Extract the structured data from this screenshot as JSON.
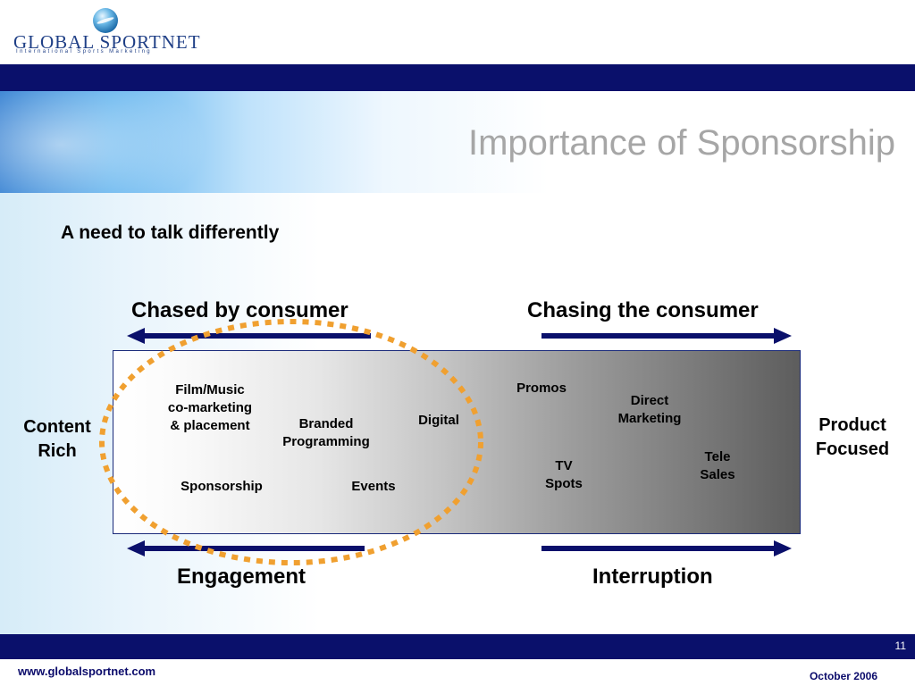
{
  "logo": {
    "name": "GLOBAL SPORTNET",
    "tagline": "International Sports Marketing",
    "icon": "globe-icon"
  },
  "slide": {
    "title": "Importance of Sponsorship",
    "subtitle": "A need to talk differently"
  },
  "diagram": {
    "top_left_label": "Chased by consumer",
    "top_right_label": "Chasing the consumer",
    "bottom_left_label": "Engagement",
    "bottom_right_label": "Interruption",
    "left_side_label": "Content\nRich",
    "right_side_label": "Product\nFocused",
    "items": {
      "film_music": "Film/Music\nco-marketing\n& placement",
      "branded_programming": "Branded\nProgramming",
      "digital": "Digital",
      "sponsorship": "Sponsorship",
      "events": "Events",
      "promos": "Promos",
      "direct_marketing": "Direct\nMarketing",
      "tv_spots": "TV\nSpots",
      "tele_sales": "Tele\nSales"
    },
    "colors": {
      "arrow": "#0a106b",
      "highlight_ellipse": "#f0a030",
      "box_border": "#1a2a7a"
    }
  },
  "footer": {
    "url": "www.globalsportnet.com",
    "date": "October 2006",
    "page_number": "11"
  },
  "colors": {
    "bar": "#0a106b",
    "title": "#a6a6a6",
    "footer_text": "#0b0b6b"
  }
}
